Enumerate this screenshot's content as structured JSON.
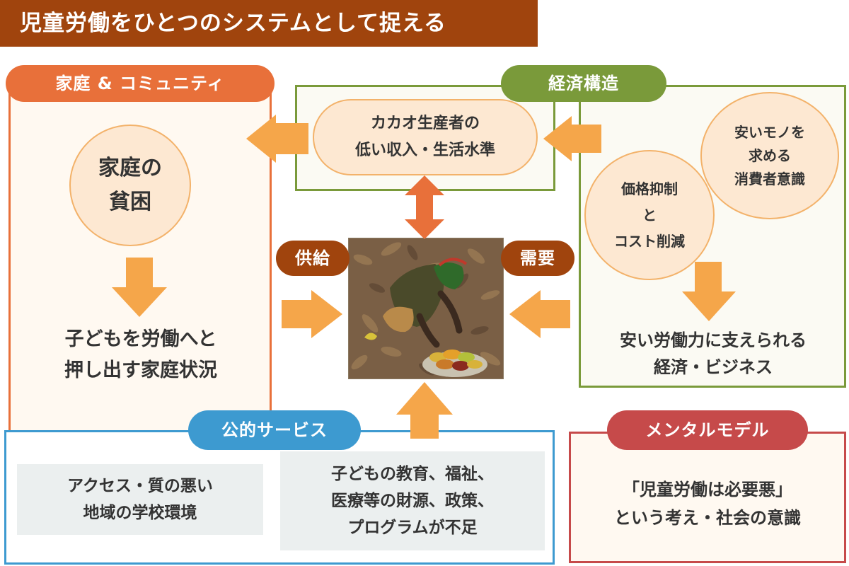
{
  "title": "児童労働をひとつのシステムとして捉える",
  "sections": {
    "family": {
      "label": "家庭 & コミュニティ",
      "poverty": [
        "家庭の",
        "貧困"
      ],
      "situation": [
        "子どもを労働へと",
        "押し出す家庭状況"
      ]
    },
    "economy": {
      "label": "経済構造",
      "producer": [
        "カカオ生産者の",
        "低い収入・生活水準"
      ],
      "consumer": [
        "安いモノを",
        "求める",
        "消費者意識"
      ],
      "price": [
        "価格抑制",
        "と",
        "コスト削減"
      ],
      "cheap_labor": [
        "安い労働力に支えられる",
        "経済・ビジネス"
      ]
    },
    "public": {
      "label": "公的サービス",
      "school": [
        "アクセス・質の悪い",
        "地域の学校環境"
      ],
      "funding": [
        "子どもの教育、福祉、",
        "医療等の財源、政策、",
        "プログラムが不足"
      ]
    },
    "mental": {
      "label": "メンタルモデル",
      "text": [
        "「児童労働は必要悪」",
        "という考え・社会の意識"
      ]
    }
  },
  "flows": {
    "supply": "供給",
    "demand": "需要"
  },
  "colors": {
    "title_bg": "#a0440d",
    "family": "#e8703a",
    "economy": "#7a9a3a",
    "public": "#3d9ad0",
    "mental": "#c64a4a",
    "arrow": "#f5a64a",
    "arrow_dark": "#e8703a",
    "bubble_fill": "#fde8d2"
  }
}
